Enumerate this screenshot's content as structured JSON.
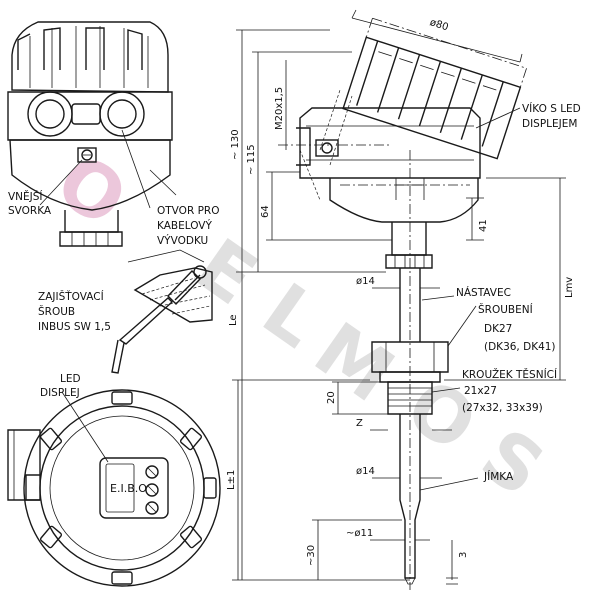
{
  "watermark": {
    "letters": [
      "O",
      "E",
      "L",
      "M",
      "O",
      "S"
    ],
    "first_color": "#e6b5cf",
    "rest_color": "#c8c8c8"
  },
  "labels": {
    "vnejsi_svorka": [
      "VNĚJŠÍ",
      "SVORKA"
    ],
    "otvor": [
      "OTVOR PRO",
      "KABELOVÝ",
      "VÝVODKU"
    ],
    "zajistovaci": [
      "ZAJIŠŤOVACÍ",
      "ŠROUB",
      "INBUS SW 1,5"
    ],
    "led_displej": [
      "LED",
      "DISPLEJ"
    ],
    "viko": [
      "VÍKO S LED",
      "DISPLEJEM"
    ],
    "nastavec": "NÁSTAVEC",
    "srouben": [
      "ŠROUBENÍ",
      "DK27",
      "(DK36, DK41)"
    ],
    "krouzek": [
      "KROUŽEK TĚSNÍCÍ",
      "21x27",
      "(27x32, 33x39)"
    ],
    "jimka": "JÍMKA",
    "display_digits": "E.I.B.O"
  },
  "dimensions": {
    "phi80": "ø80",
    "m20": "M20x1,5",
    "d130": "~ 130",
    "d115": "~ 115",
    "d64": "64",
    "d41": "41",
    "lmv": "Lmv",
    "phi14_top": "ø14",
    "le": "Le",
    "d20": "20",
    "z": "Z",
    "phi14_bottom": "ø14",
    "lpm1": "L±1",
    "phi11": "~ø11",
    "d30": "~30",
    "d3": "3"
  }
}
